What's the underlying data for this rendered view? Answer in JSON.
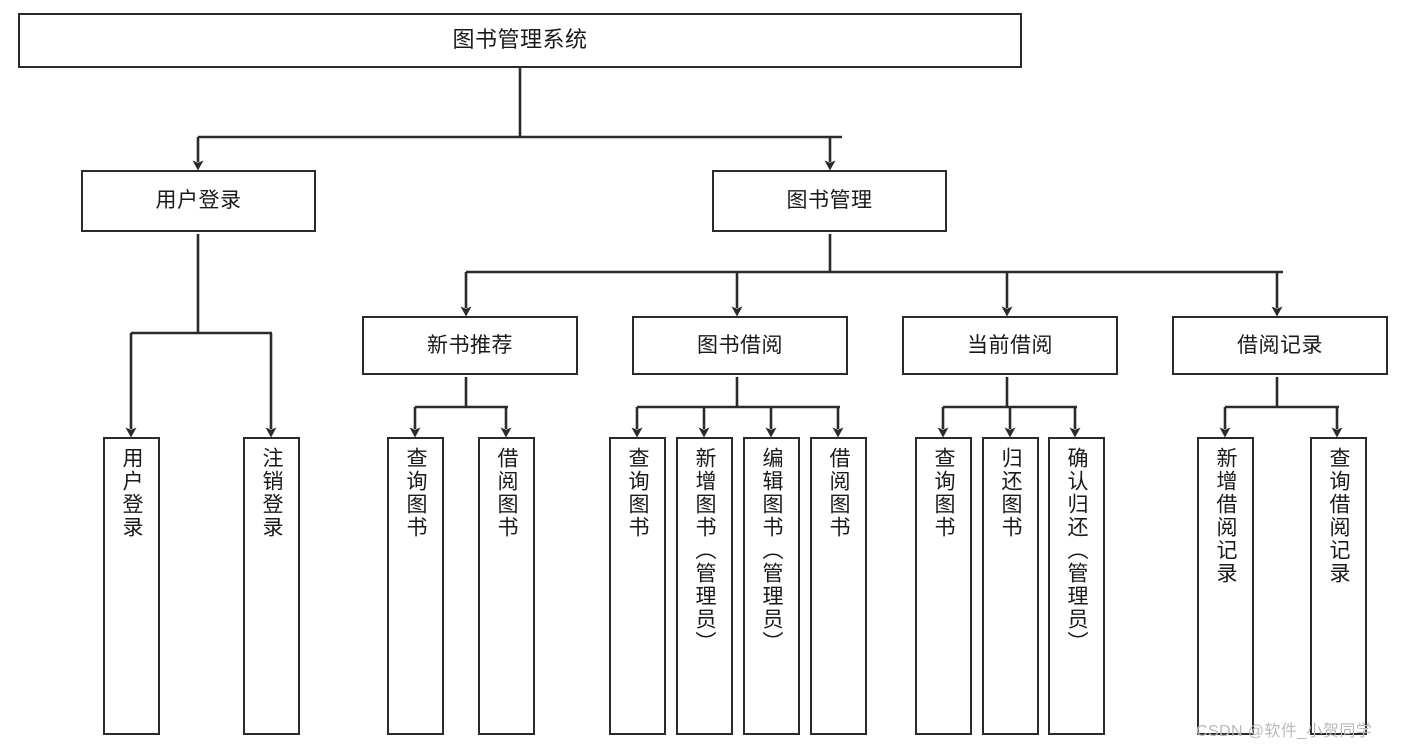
{
  "diagram": {
    "title": "图书管理系统",
    "type": "tree-hierarchy",
    "stroke_color": "#2b2b2b",
    "fill_color": "#ffffff",
    "text_color": "#1a1a1a",
    "root": {
      "label": "图书管理系统"
    },
    "level2": [
      {
        "label": "用户登录"
      },
      {
        "label": "图书管理"
      }
    ],
    "level3": [
      {
        "label": "新书推荐"
      },
      {
        "label": "图书借阅"
      },
      {
        "label": "当前借阅"
      },
      {
        "label": "借阅记录"
      }
    ],
    "leaves": {
      "user_login": [
        {
          "label": "用户登录"
        },
        {
          "label": "注销登录"
        }
      ],
      "new_book": [
        {
          "label": "查询图书"
        },
        {
          "label": "借阅图书"
        }
      ],
      "book_borrow": [
        {
          "label": "查询图书"
        },
        {
          "label": "新增图书（管理员）"
        },
        {
          "label": "编辑图书（管理员）"
        },
        {
          "label": "借阅图书"
        }
      ],
      "current_borrow": [
        {
          "label": "查询图书"
        },
        {
          "label": "归还图书"
        },
        {
          "label": "确认归还（管理员）"
        }
      ],
      "borrow_record": [
        {
          "label": "新增借阅记录"
        },
        {
          "label": "查询借阅记录"
        }
      ]
    }
  },
  "watermark": {
    "text": "CSDN @软件_小贺同学"
  }
}
